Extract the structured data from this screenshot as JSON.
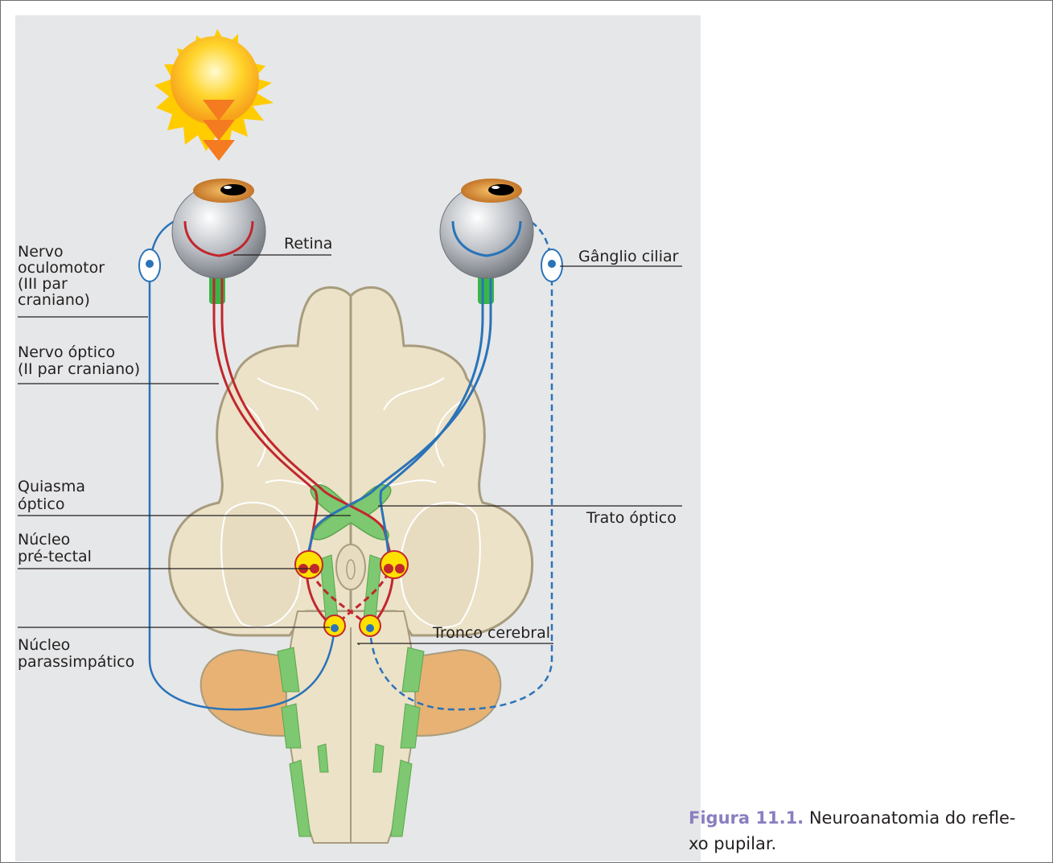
{
  "labels": {
    "nervo_oculomotor": [
      "Nervo",
      "oculomotor",
      "(III par",
      "craniano)"
    ],
    "retina": "Retina",
    "ganglio_ciliar": "Gânglio ciliar",
    "nervo_optico": [
      "Nervo óptico",
      "(II par craniano)"
    ],
    "quiasma_optico": [
      "Quiasma",
      "óptico"
    ],
    "trato_optico": "Trato óptico",
    "nucleo_pretectal": [
      "Núcleo",
      "pré-tectal"
    ],
    "nucleo_parassimpatico": [
      "Núcleo",
      "parassimpático"
    ],
    "tronco_cerebral": "Tronco cerebral"
  },
  "caption": {
    "number": "Figura 11.1.",
    "text_line1": "Neuroanatomia do refle-",
    "text_line2": "xo pupilar."
  },
  "colors": {
    "panel_bg": "#e6e7e8",
    "brain": "#ece2c8",
    "brain_outline": "#a89c7e",
    "cerebellum": "#e8b274",
    "optic_green": "#7dc870",
    "nerve_red": "#c1272d",
    "nerve_blue": "#2a73b8",
    "nucleus_yellow": "#ffe100",
    "sun": "#ffcc00",
    "arrow_orange": "#f47b20",
    "caption_accent": "#8a7fc0"
  },
  "icons": {
    "sun": "sun-icon",
    "light_arrows": "light-arrow-icon",
    "left_eye": "eyeball-icon",
    "right_eye": "eyeball-icon"
  }
}
